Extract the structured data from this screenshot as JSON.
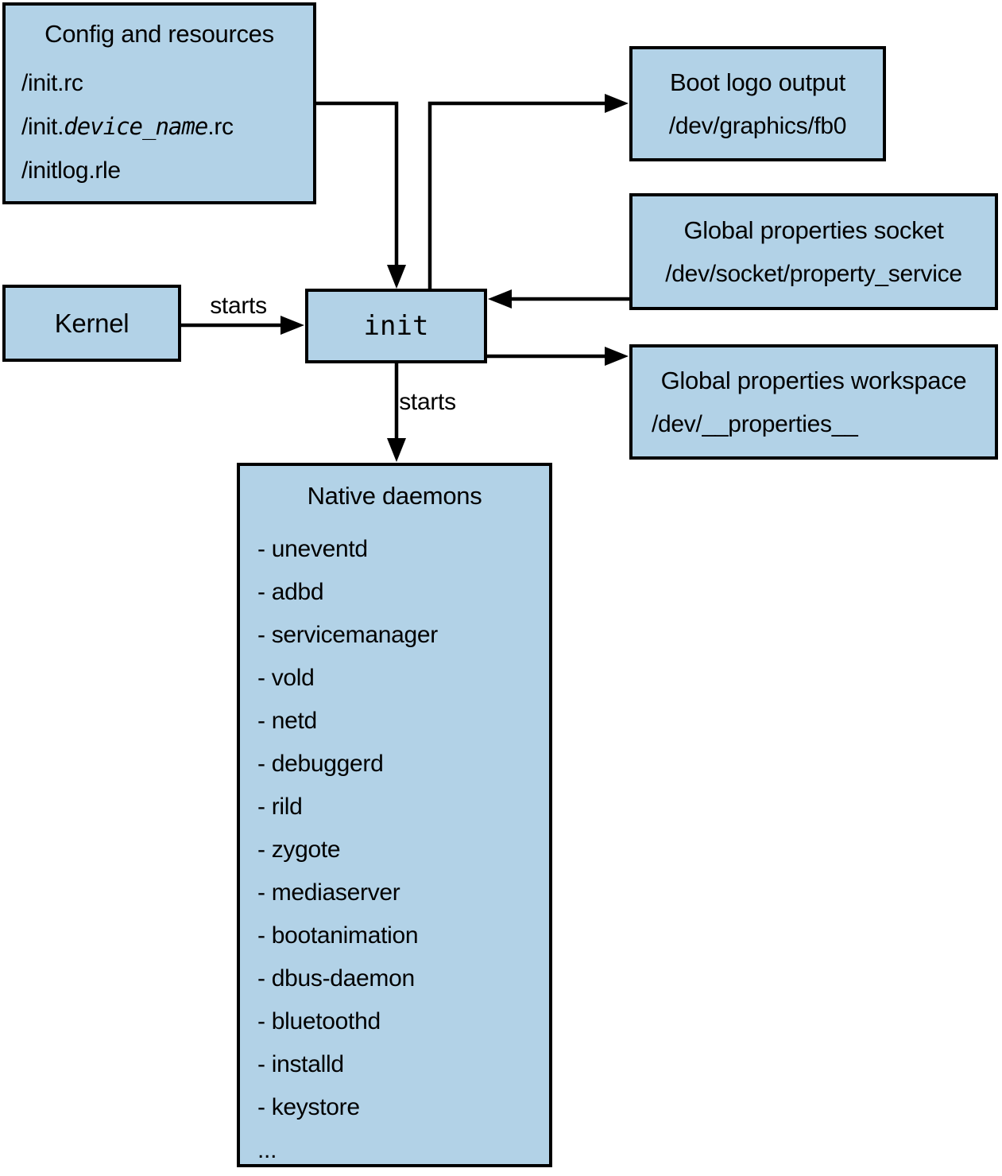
{
  "diagram": {
    "background": "#ffffff",
    "box_fill": "#b2d2e7",
    "line_color": "#000000",
    "boxes": {
      "config": {
        "title": "Config and resources",
        "item1": "/init.rc",
        "item2_prefix": "/init.",
        "item2_italic": "device_name",
        "item2_suffix": ".rc",
        "item3": "/initlog.rle"
      },
      "boot_logo": {
        "title": "Boot logo output",
        "path": "/dev/graphics/fb0"
      },
      "properties_socket": {
        "title": "Global properties socket",
        "path": "/dev/socket/property_service"
      },
      "kernel": {
        "title": "Kernel"
      },
      "init": {
        "title": "init"
      },
      "properties_workspace": {
        "title": "Global properties workspace",
        "path": "/dev/__properties__"
      },
      "native_daemons": {
        "title": "Native daemons",
        "items": [
          "- uneventd",
          "- adbd",
          "- servicemanager",
          "- vold",
          "- netd",
          "- debuggerd",
          "- rild",
          "- zygote",
          "- mediaserver",
          "- bootanimation",
          "- dbus-daemon",
          "- bluetoothd",
          "- installd",
          "- keystore",
          "..."
        ]
      }
    },
    "labels": {
      "kernel_starts": "starts",
      "init_starts": "starts"
    }
  }
}
